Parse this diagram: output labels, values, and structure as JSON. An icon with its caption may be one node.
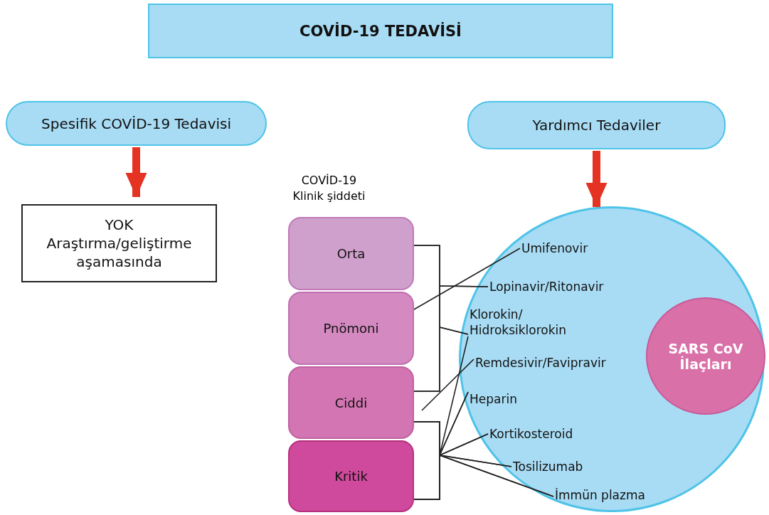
{
  "diagram": {
    "nodes": [
      {
        "text": [
          "COVİD-19 TEDAVİSİ"
        ]
      },
      {
        "text": [
          "Spesifik COVİD-19 Tedavisi"
        ]
      },
      {
        "text": [
          "Yardımcı Tedaviler"
        ]
      },
      {
        "text": [
          "YOK Araştırma/geliştirme aşamasında"
        ]
      },
      {
        "text": [],
        "shape": "circle"
      },
      {
        "text": [
          "Umifenovir"
        ],
        "in": 4
      },
      {
        "text": [
          "Lopinavir/Ritonavir"
        ],
        "in": 4
      },
      {
        "text": [
          "Klorokin/ Hidroksiklorokin"
        ],
        "in": 4
      },
      {
        "text": [
          "Remdesivir/Favipravir"
        ],
        "in": 4
      },
      {
        "text": [
          "Heparin"
        ],
        "in": 4
      },
      {
        "text": [
          "Kortikosteroid"
        ],
        "in": 4
      },
      {
        "text": [
          "Tosilizumab"
        ],
        "in": 4
      },
      {
        "text": [
          "İmmün plazma"
        ],
        "in": 4
      },
      {
        "text": [
          "SARS CoV İlaçları"
        ],
        "in": 4
      },
      {
        "text": [
          "Orta"
        ]
      },
      {
        "text": [
          "Pnömoni"
        ]
      },
      {
        "text": [
          "Ciddi"
        ]
      },
      {
        "text": [
          "Kritik"
        ]
      }
    ],
    "edges": [
      {
        "from": 1,
        "to": 3,
        "arrow": "to",
        "style": "thick",
        "color": "#e53323"
      },
      {
        "from": 2,
        "to": 4,
        "arrow": "to",
        "style": "thick",
        "color": "#e53323"
      },
      {
        "from": 15,
        "to": 5,
        "arrow": "none"
      },
      {
        "from": 14,
        "to": 6,
        "arrow": "none"
      },
      {
        "from": 16,
        "to": 6,
        "arrow": "none"
      },
      {
        "from": 14,
        "to": 7,
        "arrow": "none"
      },
      {
        "from": 16,
        "to": 7,
        "arrow": "none"
      },
      {
        "from": 17,
        "to": 7,
        "arrow": "none"
      },
      {
        "from": 16,
        "to": 8,
        "arrow": "none"
      },
      {
        "from": 16,
        "to": 9,
        "arrow": "none"
      },
      {
        "from": 17,
        "to": 9,
        "arrow": "none"
      },
      {
        "from": 16,
        "to": 10,
        "arrow": "none"
      },
      {
        "from": 17,
        "to": 10,
        "arrow": "none"
      },
      {
        "from": 16,
        "to": 11,
        "arrow": "none"
      },
      {
        "from": 17,
        "to": 11,
        "arrow": "none"
      },
      {
        "from": 16,
        "to": 12,
        "arrow": "none"
      },
      {
        "from": 17,
        "to": 12,
        "arrow": "none"
      }
    ],
    "labels": [
      "COVİD-19 Klinik şiddeti"
    ]
  }
}
